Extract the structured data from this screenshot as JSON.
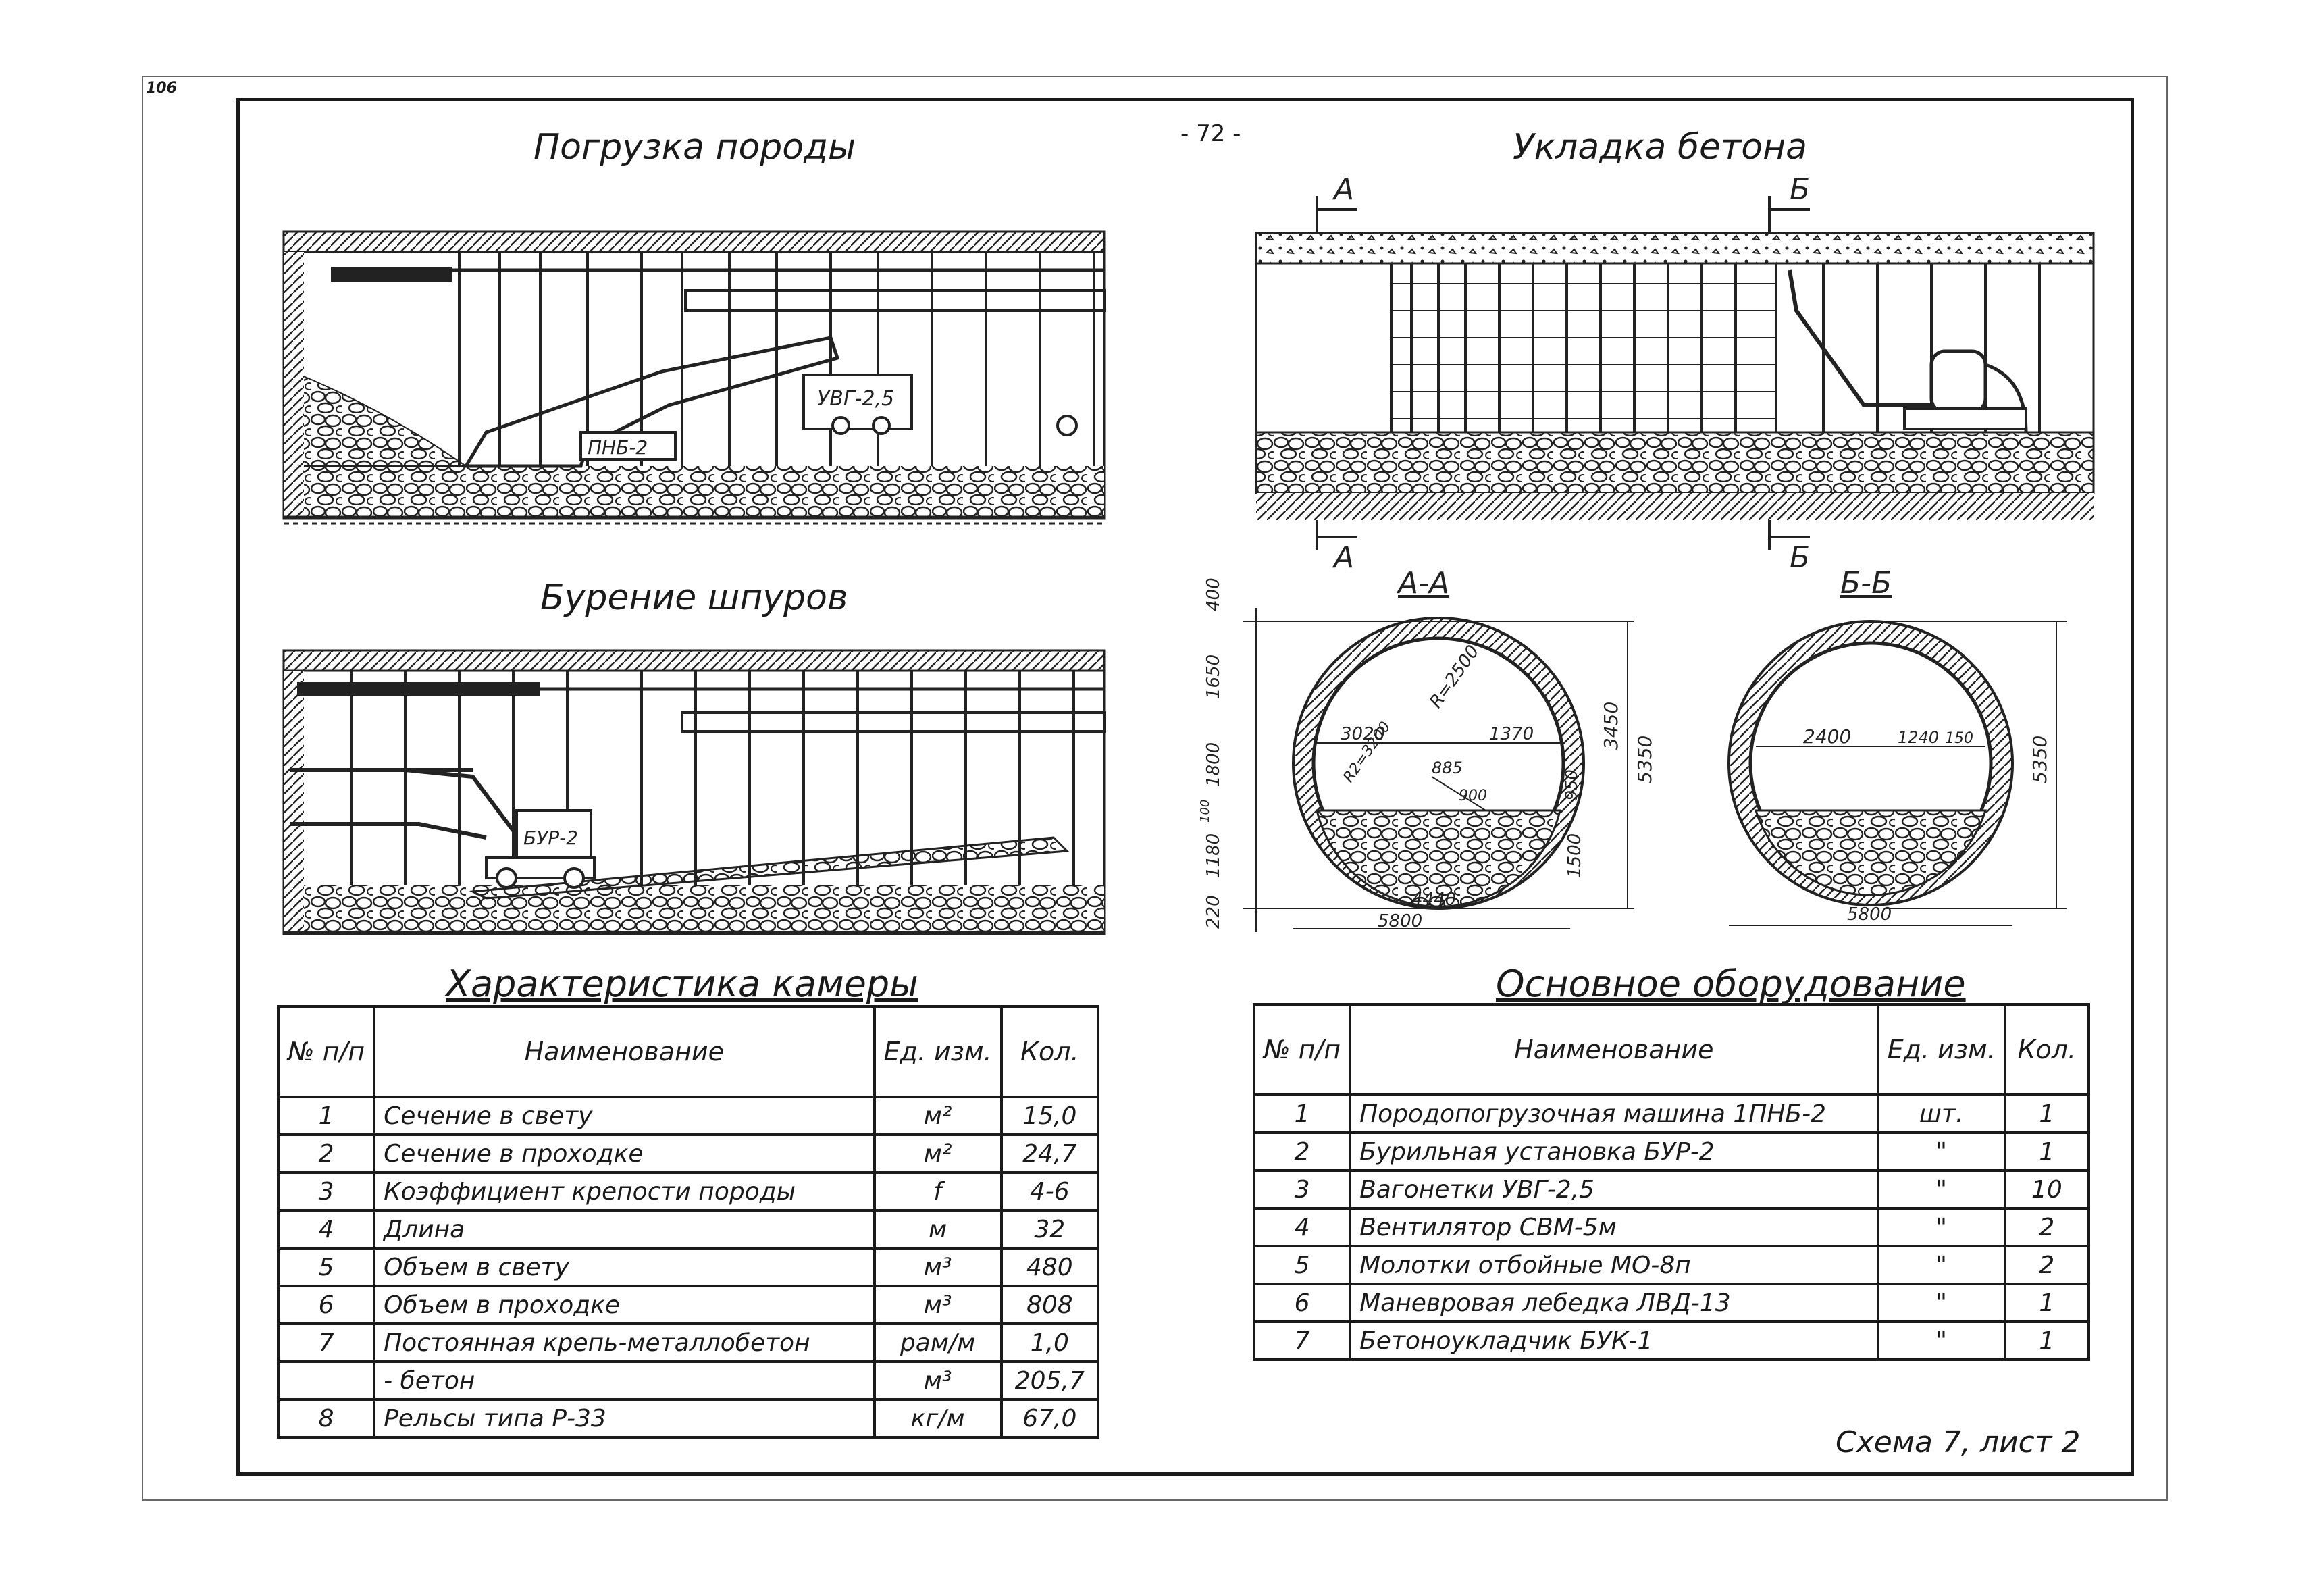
{
  "sheet": {
    "corner_number": "106",
    "page_number": "- 72 -",
    "footer": "Схема 7, лист 2"
  },
  "diagrams": {
    "loading": {
      "title": "Погрузка породы",
      "wagon_label": "УВГ-2,5",
      "loader_label": "ПНБ-2"
    },
    "drilling": {
      "title": "Бурение шпуров",
      "rig_label": "БУР-2"
    },
    "concrete": {
      "title": "Укладка бетона",
      "marker_a": "А",
      "marker_b": "Б"
    },
    "section_aa": {
      "title": "А-А",
      "dims": [
        "400",
        "1650",
        "1800",
        "100",
        "1180",
        "220",
        "3020",
        "1370",
        "R=2500",
        "R2=3200",
        "885",
        "900",
        "950",
        "3450",
        "5350",
        "1500",
        "4440",
        "5800"
      ]
    },
    "section_bb": {
      "title": "Б-Б",
      "dims": [
        "2400",
        "1240",
        "150",
        "5350",
        "5800"
      ]
    }
  },
  "chamber_table": {
    "title": "Характеристика камеры",
    "headers": {
      "num": "№ п/п",
      "name": "Наименование",
      "unit": "Ед. изм.",
      "qty": "Кол."
    },
    "rows": [
      {
        "num": "1",
        "name": "Сечение в свету",
        "unit": "м²",
        "qty": "15,0"
      },
      {
        "num": "2",
        "name": "Сечение в проходке",
        "unit": "м²",
        "qty": "24,7"
      },
      {
        "num": "3",
        "name": "Коэффициент крепости породы",
        "unit": "f",
        "qty": "4-6"
      },
      {
        "num": "4",
        "name": "Длина",
        "unit": "м",
        "qty": "32"
      },
      {
        "num": "5",
        "name": "Объем в свету",
        "unit": "м³",
        "qty": "480"
      },
      {
        "num": "6",
        "name": "Объем в проходке",
        "unit": "м³",
        "qty": "808"
      },
      {
        "num": "7",
        "name": "Постоянная крепь-металлобетон",
        "unit": "рам/м",
        "qty": "1,0"
      },
      {
        "num": "",
        "name": "- бетон",
        "unit": "м³",
        "qty": "205,7"
      },
      {
        "num": "8",
        "name": "Рельсы типа Р-33",
        "unit": "кг/м",
        "qty": "67,0"
      }
    ]
  },
  "equipment_table": {
    "title": "Основное оборудование",
    "headers": {
      "num": "№ п/п",
      "name": "Наименование",
      "unit": "Ед. изм.",
      "qty": "Кол."
    },
    "rows": [
      {
        "num": "1",
        "name": "Породопогрузочная машина 1ПНБ-2",
        "unit": "шт.",
        "qty": "1"
      },
      {
        "num": "2",
        "name": "Бурильная установка БУР-2",
        "unit": "\"",
        "qty": "1"
      },
      {
        "num": "3",
        "name": "Вагонетки УВГ-2,5",
        "unit": "\"",
        "qty": "10"
      },
      {
        "num": "4",
        "name": "Вентилятор СВМ-5м",
        "unit": "\"",
        "qty": "2"
      },
      {
        "num": "5",
        "name": "Молотки отбойные МО-8п",
        "unit": "\"",
        "qty": "2"
      },
      {
        "num": "6",
        "name": "Маневровая лебедка ЛВД-13",
        "unit": "\"",
        "qty": "1"
      },
      {
        "num": "7",
        "name": "Бетоноукладчик БУК-1",
        "unit": "\"",
        "qty": "1"
      }
    ]
  }
}
